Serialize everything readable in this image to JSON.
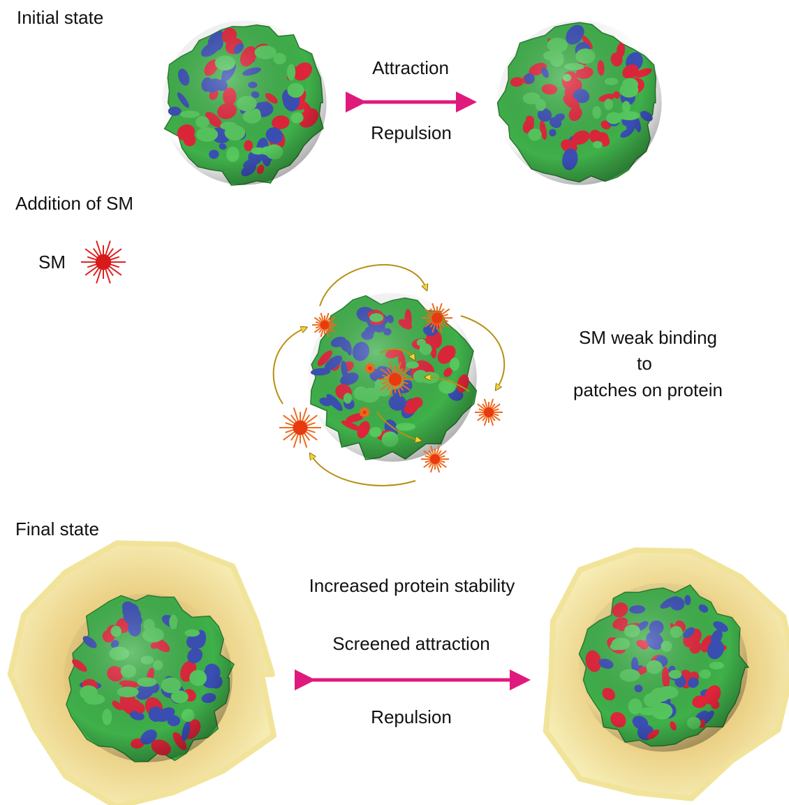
{
  "sections": {
    "initial": {
      "title": "Initial state",
      "top_label": "Attraction",
      "bottom_label": "Repulsion"
    },
    "addition": {
      "title": "Addition of SM",
      "legend_label": "SM",
      "description": [
        "SM weak binding",
        "to",
        "patches on protein"
      ]
    },
    "final": {
      "title": "Final state",
      "top_label": "Increased protein stability",
      "middle_label": "Screened attraction",
      "bottom_label": "Repulsion"
    }
  },
  "colors": {
    "arrow": "#e0197d",
    "protein_base": "#3fb04a",
    "patch_blue": "#3a4fb5",
    "patch_red": "#e0253a",
    "halo": "#f3e6a0",
    "sm_star": "#f06a1e",
    "curve_arrow": "#c8a21a"
  }
}
